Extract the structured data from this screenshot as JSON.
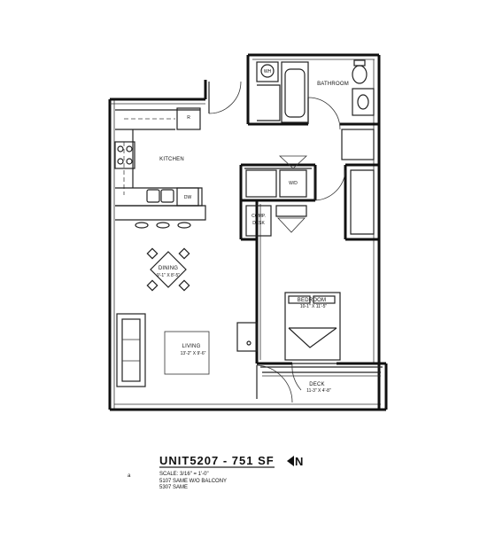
{
  "rooms": {
    "kitchen": "KITCHEN",
    "bathroom": "BATHROOM",
    "dining": "DINING",
    "dining_dims": "9'-1\" X 8'-5\"",
    "living": "LIVING",
    "living_dims": "13'-2\" X 9'-6\"",
    "bedroom": "BEDROOM",
    "bedroom_dims": "10-1\" X 11'-5\"",
    "deck": "DECK",
    "deck_dims": "11-3\" X 4'-8\"",
    "comp_desk_line1": "COMP.",
    "comp_desk_line2": "DESK"
  },
  "fixtures": {
    "refrigerator": "R",
    "dishwasher": "DW",
    "washer_dryer": "W/D",
    "water_heater": "WH"
  },
  "title_block": {
    "unit": "UNIT5207 - 751 SF",
    "scale": "SCALE: 3/16\" = 1'-0\"",
    "note1": "5107 SAME W/O BALCONY",
    "note2": "5307 SAME",
    "north_label": "N",
    "corner_mark": "a"
  }
}
